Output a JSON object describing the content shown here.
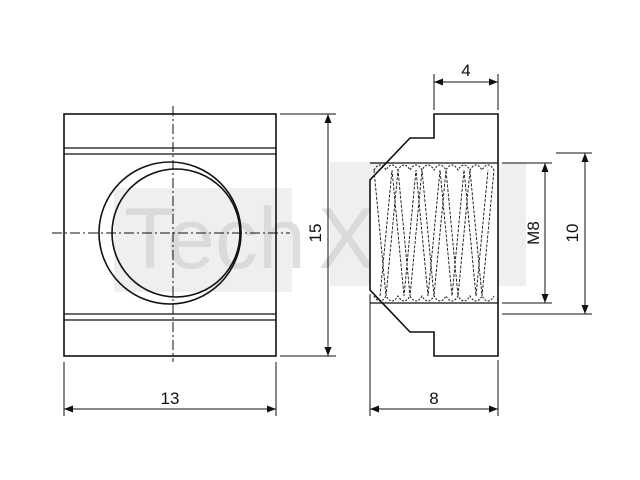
{
  "colors": {
    "outline": "#111111",
    "part_fill": "#ffffff",
    "watermark": "#d6d6d6"
  },
  "watermark": {
    "text": "TechXL"
  },
  "dimensions": {
    "front_width": "13",
    "front_height": "15",
    "side_length": "8",
    "flange_width": "4",
    "thread": "M8",
    "side_height": "10"
  }
}
